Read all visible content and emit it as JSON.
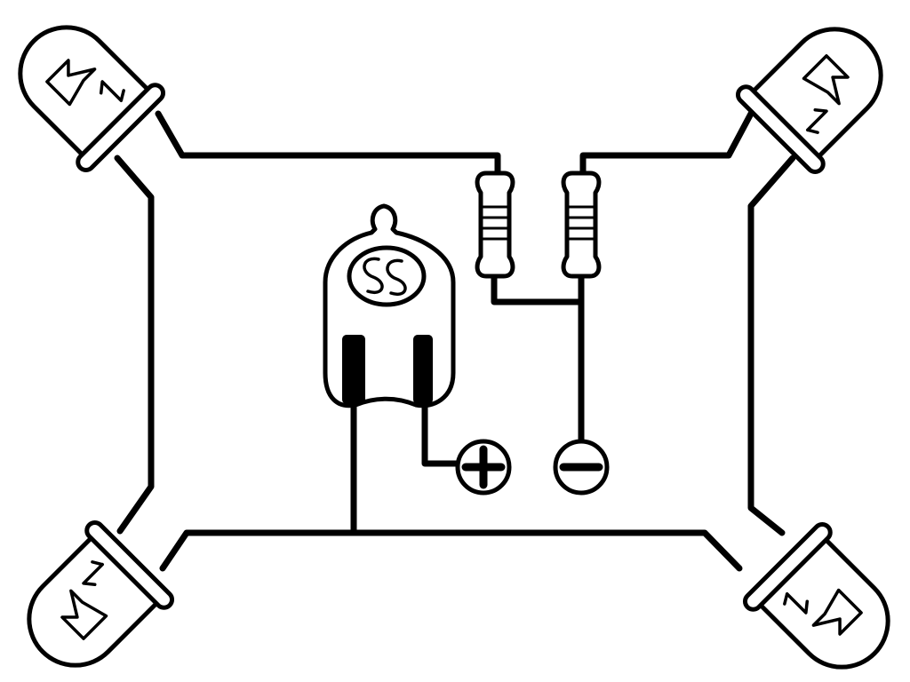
{
  "diagram": {
    "type": "circuit",
    "line_color": "#000000",
    "background_color": "#ffffff",
    "components": [
      {
        "id": "led-top-left",
        "kind": "led",
        "icon": "led-icon"
      },
      {
        "id": "led-top-right",
        "kind": "led",
        "icon": "led-icon"
      },
      {
        "id": "led-bottom-left",
        "kind": "led",
        "icon": "led-icon"
      },
      {
        "id": "led-bottom-right",
        "kind": "led",
        "icon": "led-icon"
      },
      {
        "id": "resistor-left",
        "kind": "resistor",
        "icon": "resistor-icon"
      },
      {
        "id": "resistor-right",
        "kind": "resistor",
        "icon": "resistor-icon"
      },
      {
        "id": "transistor",
        "kind": "phototransistor",
        "icon": "transistor-icon"
      },
      {
        "id": "terminal-positive",
        "kind": "terminal",
        "icon": "plus-icon"
      },
      {
        "id": "terminal-negative",
        "kind": "terminal",
        "icon": "minus-icon"
      }
    ]
  }
}
